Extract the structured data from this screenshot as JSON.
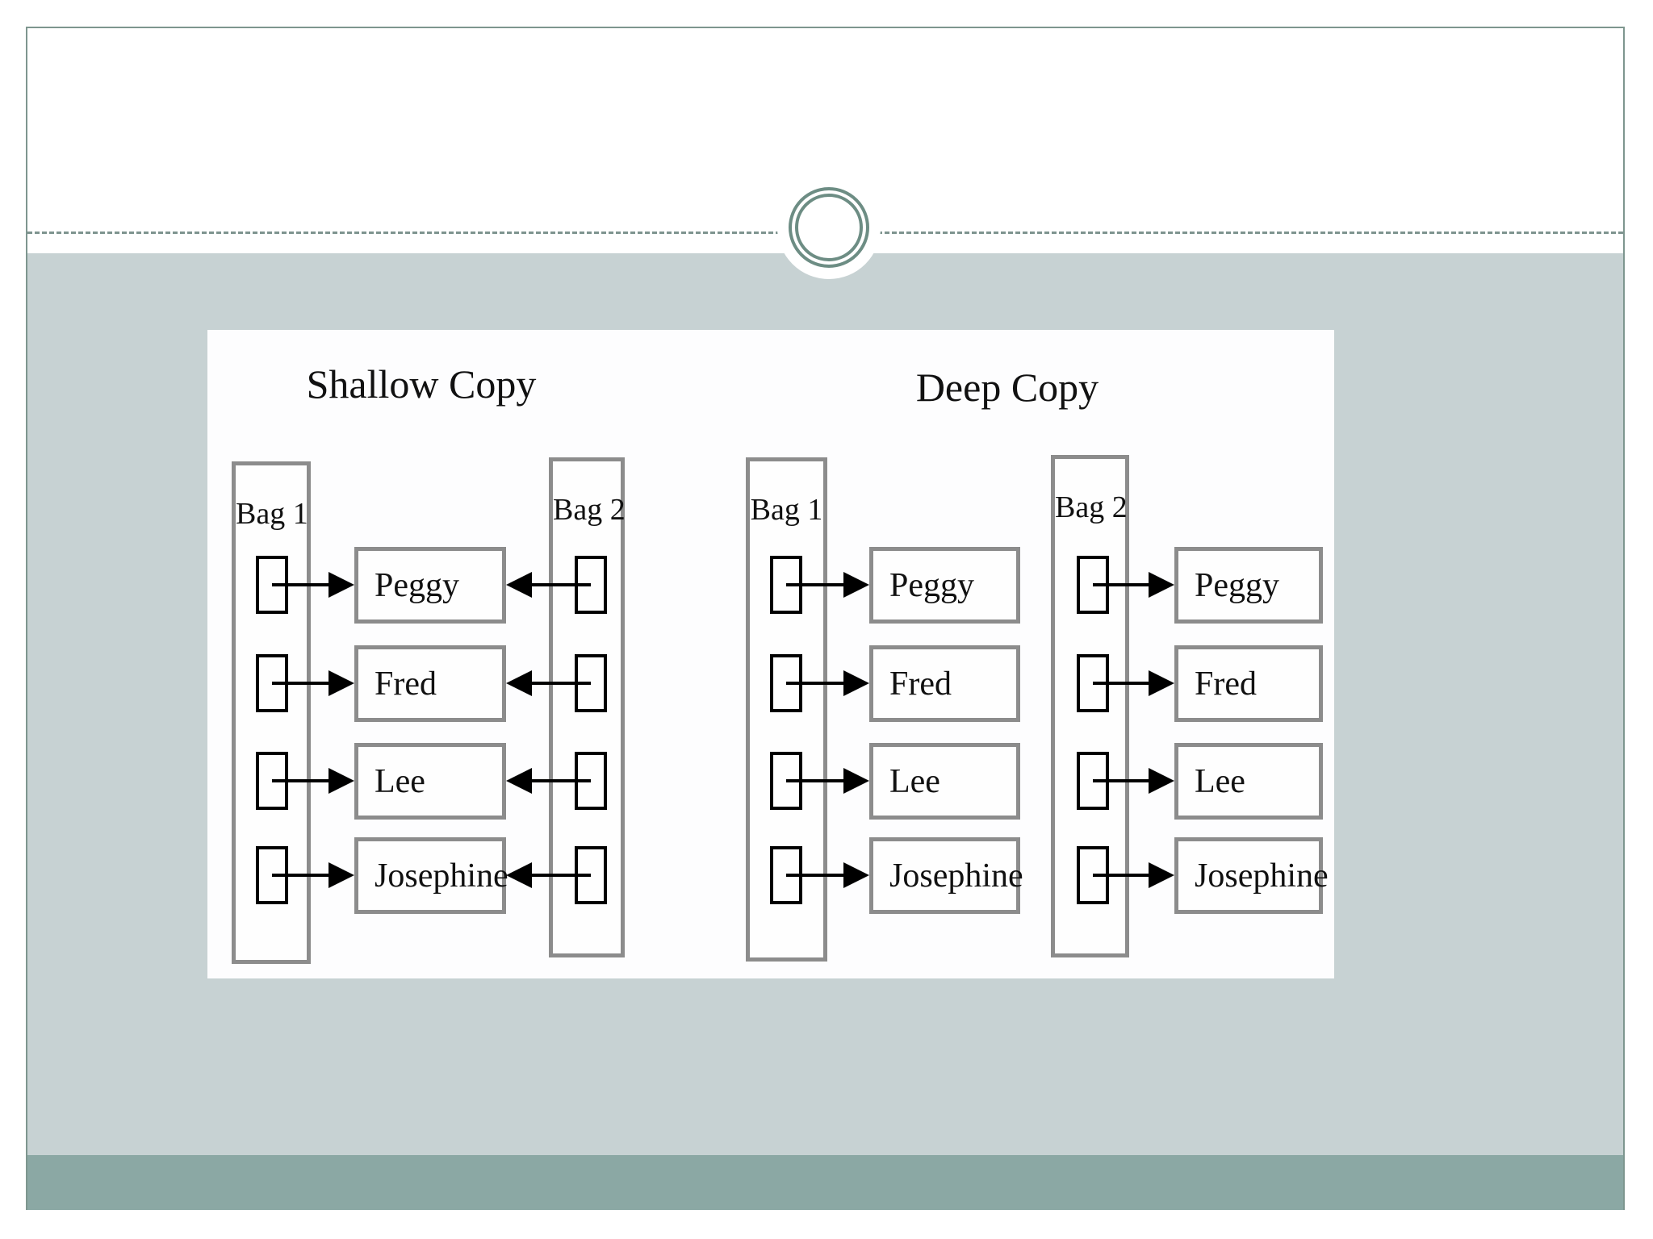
{
  "sections": {
    "shallow": {
      "title": "Shallow Copy",
      "bags": [
        "Bag 1",
        "Bag 2"
      ],
      "objects": [
        "Peggy",
        "Fred",
        "Lee",
        "Josephine"
      ]
    },
    "deep": {
      "title": "Deep Copy",
      "bags": [
        "Bag 1",
        "Bag 2"
      ],
      "objects_bag1": [
        "Peggy",
        "Fred",
        "Lee",
        "Josephine"
      ],
      "objects_bag2": [
        "Peggy",
        "Fred",
        "Lee",
        "Josephine"
      ]
    }
  },
  "colors": {
    "slide_border": "#7e968f",
    "divider_dash": "#7e948f",
    "ornament_ring": "#6d8d84",
    "content_band": "#c7d2d3",
    "footer_band": "#8ba8a4",
    "box_border": "#8c8c8c",
    "ink": "#121212"
  }
}
